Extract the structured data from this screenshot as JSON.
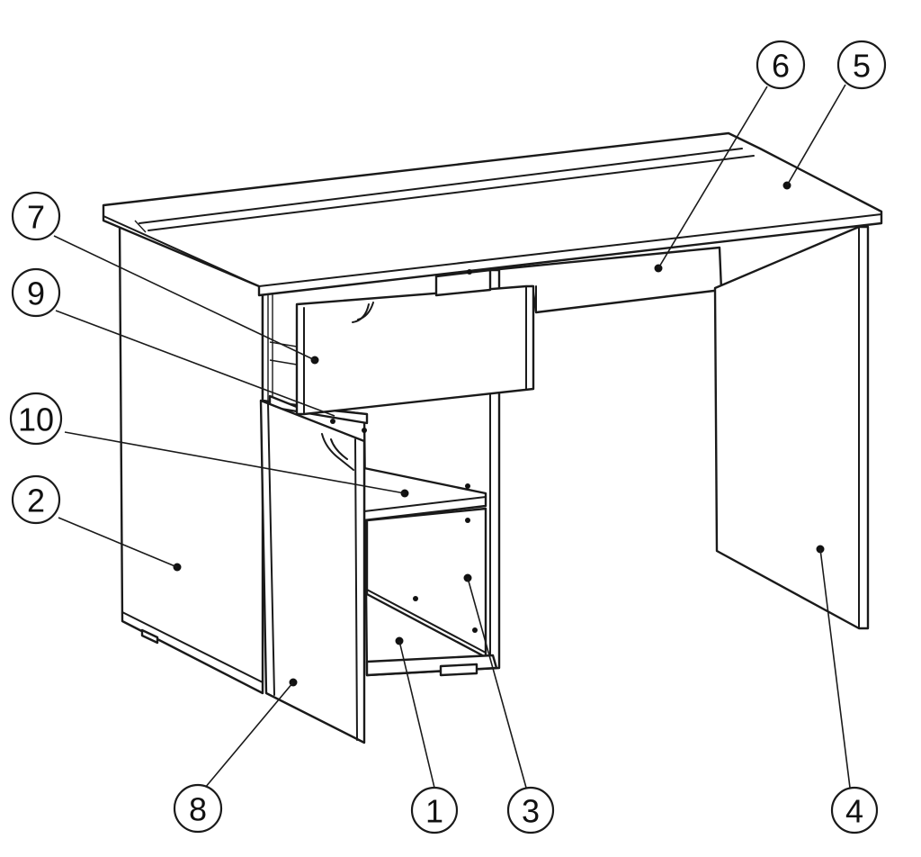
{
  "callouts": [
    {
      "part": "bottom-shelf",
      "label": "1"
    },
    {
      "part": "left-side-panel",
      "label": "2"
    },
    {
      "part": "cabinet-back-panel",
      "label": "3"
    },
    {
      "part": "right-leg-panel",
      "label": "4"
    },
    {
      "part": "desk-top",
      "label": "5"
    },
    {
      "part": "modesty-rail",
      "label": "6"
    },
    {
      "part": "drawer-front",
      "label": "7"
    },
    {
      "part": "cabinet-door",
      "label": "8"
    },
    {
      "part": "drawer-divider",
      "label": "9"
    },
    {
      "part": "middle-shelf",
      "label": "10"
    }
  ]
}
